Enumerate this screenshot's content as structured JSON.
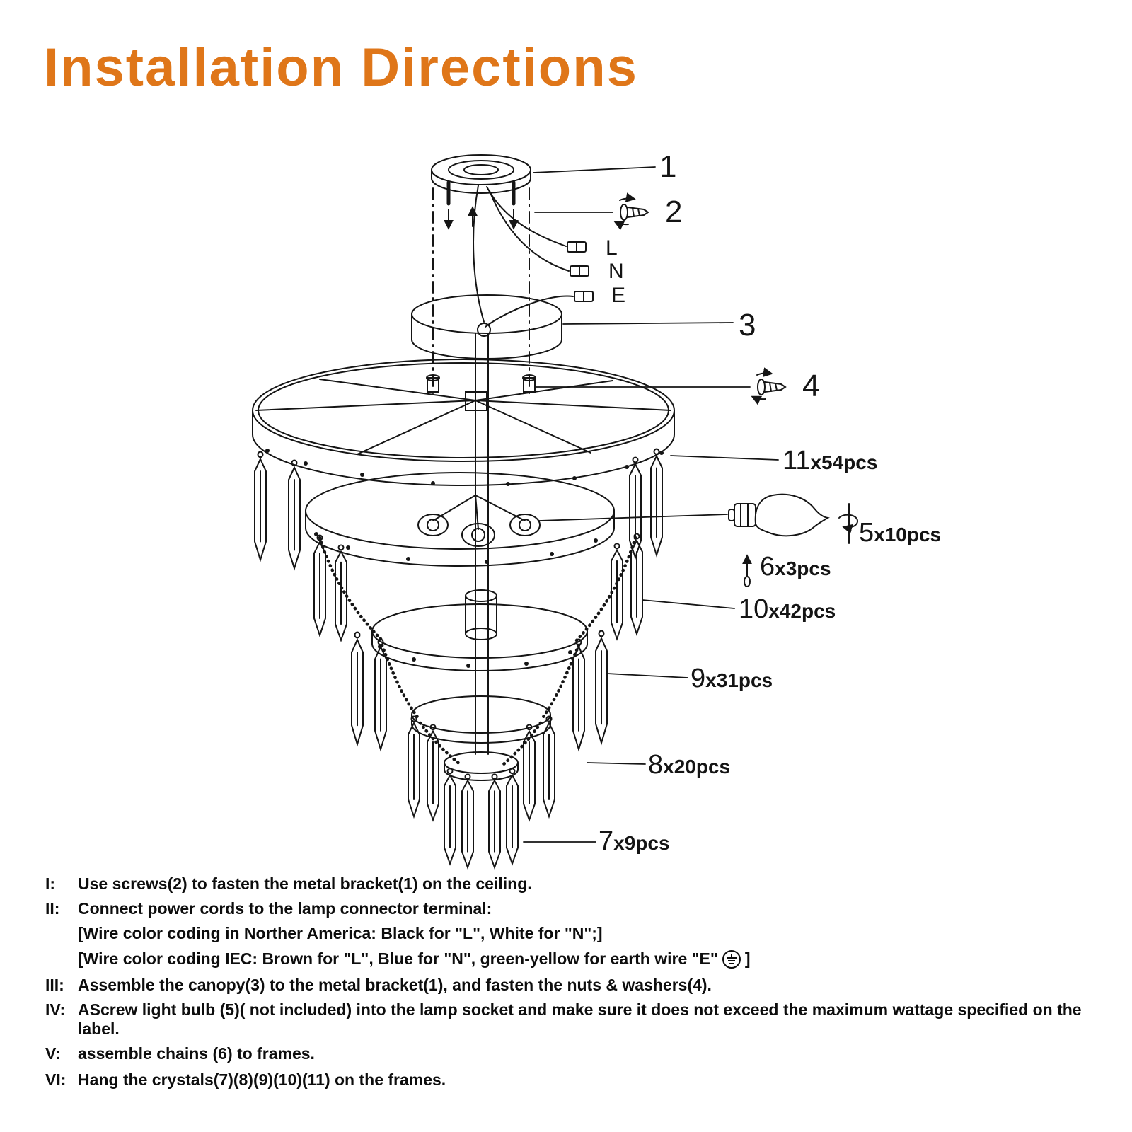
{
  "accent_color": "#DF7619",
  "title": "Installation Directions",
  "callouts": {
    "c1": "1",
    "c2": "2",
    "c3": "3",
    "c4": "4",
    "wire_l": "L",
    "wire_n": "N",
    "wire_e": "E",
    "c11_num": "11",
    "c11_qty": "x54pcs",
    "c5_num": "5",
    "c5_qty": "x10pcs",
    "c6_num": "6",
    "c6_qty": "x3pcs",
    "c10_num": "10",
    "c10_qty": "x42pcs",
    "c9_num": "9",
    "c9_qty": "x31pcs",
    "c8_num": "8",
    "c8_qty": "x20pcs",
    "c7_num": "7",
    "c7_qty": "x9pcs"
  },
  "icons": {
    "screw_rotate": "rotating-screw",
    "bulb": "candle-bulb",
    "chain_pin": "pin-up-arrow",
    "earth": "earth-ground"
  },
  "instructions": {
    "i1_prefix": "I:",
    "i1_text": "Use screws(2) to fasten the metal bracket(1) on the ceiling.",
    "i2_prefix": "II:",
    "i2_text": "Connect power cords to the lamp connector terminal:",
    "i2a_text": "[Wire color coding in Norther America: Black for \"L\", White for \"N\";]",
    "i2b_text": "[Wire color coding IEC: Brown for \"L\", Blue for \"N\", green-yellow for earth wire \"E\"",
    "i2b_suffix": "]",
    "i3_prefix": "III:",
    "i3_text": "Assemble the canopy(3) to the metal bracket(1), and fasten the nuts & washers(4).",
    "i4_prefix": "IV:",
    "i4_text": "AScrew light bulb (5)( not included) into the lamp socket and make sure it does not exceed the maximum wattage specified on the label.",
    "i5_prefix": "V:",
    "i5_text": "assemble chains (6) to frames.",
    "i6_prefix": "VI:",
    "i6_text": "Hang the crystals(7)(8)(9)(10)(11) on the frames."
  }
}
